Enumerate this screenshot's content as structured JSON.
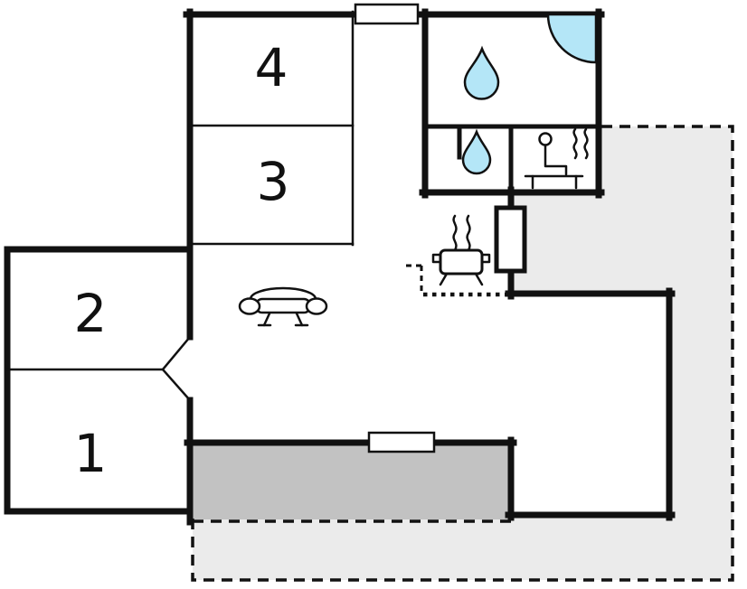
{
  "diagram": {
    "type": "floor-plan"
  },
  "colors": {
    "wall": "#111111",
    "terrace_fill": "#ebebeb",
    "patio_fill": "#c2c2c2",
    "water_fill": "#b4e6f7",
    "label_color": "#111111",
    "background": "#ffffff"
  },
  "rooms": [
    {
      "id": "room-4",
      "label": "4"
    },
    {
      "id": "room-3",
      "label": "3"
    },
    {
      "id": "room-2",
      "label": "2"
    },
    {
      "id": "room-1",
      "label": "1"
    }
  ],
  "areas": {
    "terrace": "open-terrace",
    "patio": "covered-patio",
    "bathroom": "bathroom",
    "shower_stall": "shower-stall",
    "sauna": "sauna",
    "living": "living-room",
    "kitchen": "kitchenette"
  },
  "icons": {
    "large_drop": "shower-drop-icon",
    "small_drop": "shower-drop-icon",
    "corner_bath": "corner-shower-icon",
    "sauna_person": "sauna-person-icon",
    "heat_waves": "heat-waves-icon",
    "stove": "stove-pot-icon",
    "steam": "steam-icon",
    "sofa": "sofa-icon",
    "fireplace": "fireplace-block",
    "window_top": "window-icon",
    "window_bottom": "window-icon"
  }
}
